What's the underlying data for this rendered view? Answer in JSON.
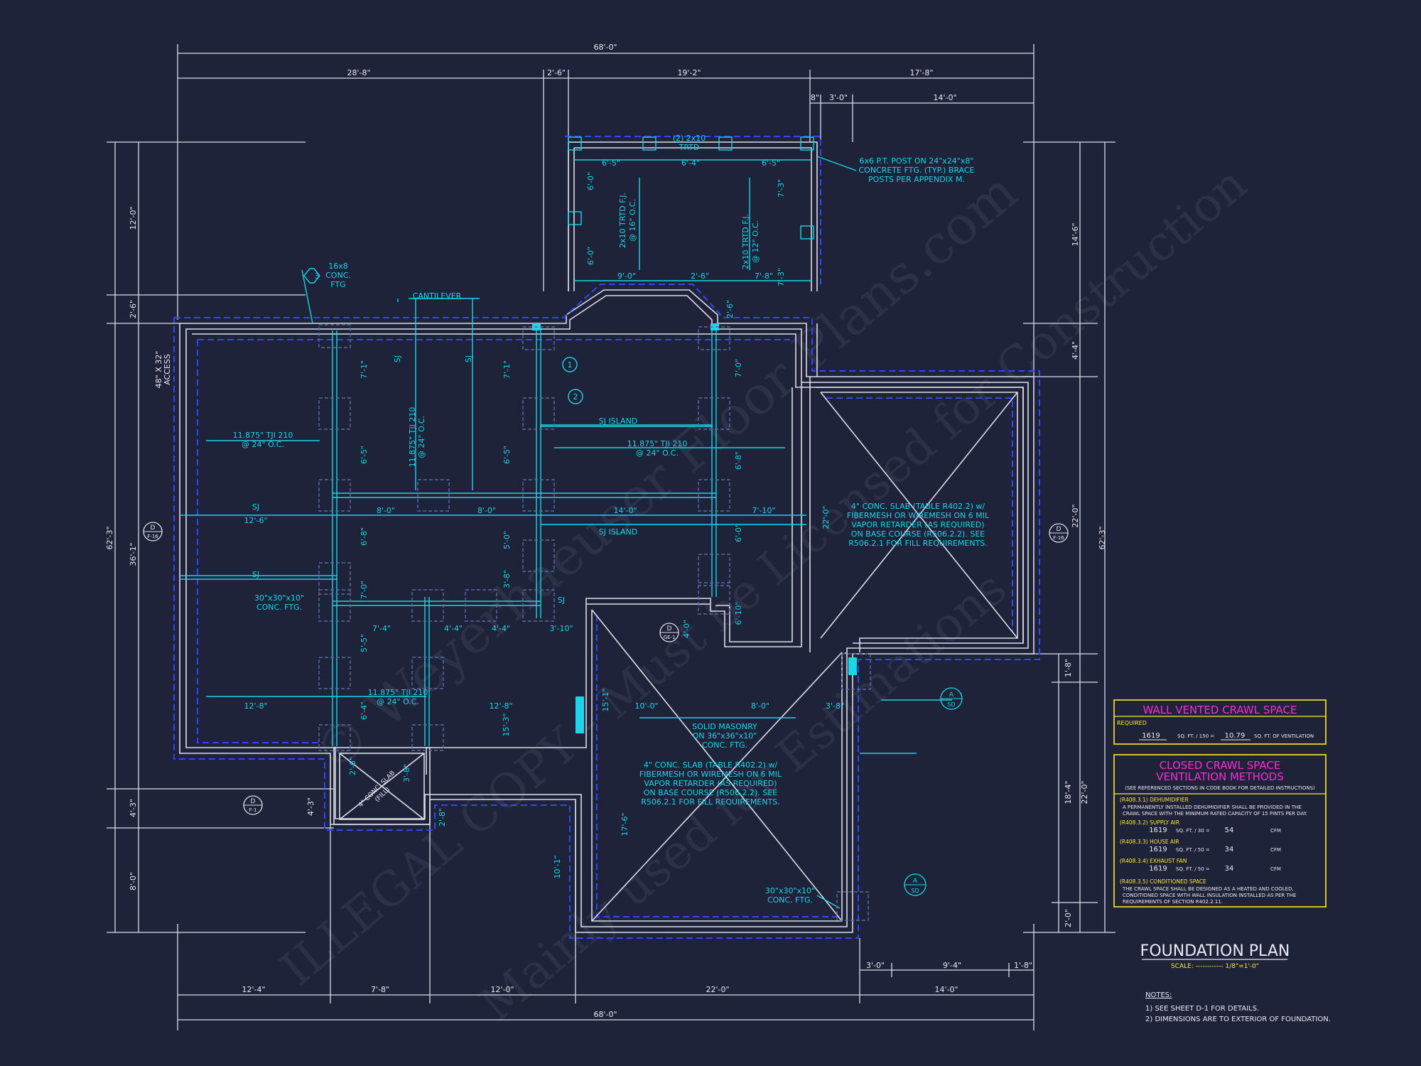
{
  "dimensions": {
    "overall_top": "68'-0\"",
    "overall_bottom": "68'-0\"",
    "top_row": [
      "28'-8\"",
      "2'-6\"",
      "19'-2\"",
      "17'-8\""
    ],
    "top_row2": [
      "8\"",
      "3'-0\"",
      "14'-0\""
    ],
    "porch": [
      "6'-5\"",
      "6'-4\"",
      "6'-5\"",
      "9'-0\"",
      "2'-6\"",
      "7'-8\"",
      "6'-0\"",
      "6'-0\"",
      "7'-3\"",
      "7'-3\""
    ],
    "left": [
      "12'-0\"",
      "2'-6\"",
      "36'-1\"",
      "62'-3\"",
      "4'-3\"",
      "8'-0\"",
      "4'-3\""
    ],
    "right": [
      "14'-6\"",
      "4'-4\"",
      "22'-0\"",
      "62'-3\"",
      "1'-8\"",
      "18'-4\"",
      "22'-0\"",
      "2'-0\""
    ],
    "bottom_row": [
      "12'-4\"",
      "7'-8\"",
      "12'-0\"",
      "22'-0\"",
      "14'-0\""
    ],
    "bottom_row2": [
      "3'-0\"",
      "9'-4\"",
      "1'-8\""
    ],
    "interior": [
      "7'-1\"",
      "6'-5\"",
      "6'-8\"",
      "7'-0\"",
      "5'-5\"",
      "6'-4\"",
      "7'-1\"",
      "6'-5\"",
      "5'-0\"",
      "3'-8\"",
      "7'-0\"",
      "6'-8\"",
      "6'-0\"",
      "6'-10\"",
      "12'-6\"",
      "8'-0\"",
      "8'-0\"",
      "14'-0\"",
      "7'-10\"",
      "7'-4\"",
      "4'-4\"",
      "4'-4\"",
      "3'-10\"",
      "12'-8\"",
      "12'-8\"",
      "10'-0\"",
      "8'-0\"",
      "3'-8\"",
      "15'-3\"",
      "15'-1\"",
      "17'-6\"",
      "10'-1\"",
      "22'-0\"",
      "4'-0\"",
      "2'-6\"",
      "3'-8\"",
      "2'-8\"",
      "2'-6\""
    ]
  },
  "notes_on_plan": {
    "porch_beam": [
      "(2) 2x10",
      "TRTD"
    ],
    "post_note": [
      "6x6 P.T. POST ON 24\"x24\"x8\"",
      "CONCRETE FTG. (TYP.) BRACE",
      "POSTS PER APPENDIX M."
    ],
    "joist_a": [
      "2x10 TRTD F.J.",
      "@ 16\" O.C."
    ],
    "joist_b": [
      "2x10 TRTD F.J.",
      "@ 12\" O.C."
    ],
    "footing_tag": "3",
    "footing_text": [
      "16x8",
      "CONC.",
      "FTG"
    ],
    "cantilever": "CANTILEVER",
    "access": [
      "48\" X 32\"",
      "ACCESS"
    ],
    "tji_left": [
      "11.875\" TJI 210",
      "@ 24\" O.C."
    ],
    "tji_center": [
      "11.875\" TJI 210",
      "@ 24\" O.C."
    ],
    "tji_vert": [
      "11.875\" TJI 210",
      "@ 24\" O.C."
    ],
    "tji_bottom": [
      "11.875\" TJI 210",
      "@ 24\" O.C."
    ],
    "sj": "SJ",
    "sj_island": "SJ ISLAND",
    "conc_ftg_30x30": [
      "30\"x30\"x10\"",
      "CONC. FTG."
    ],
    "tag1": "1",
    "tag2": "2",
    "slab_right": [
      "4\" CONC. SLAB (TABLE R402.2) w/",
      "FIBERMESH OR WIREMESH ON 6 MIL",
      "VAPOR RETARDER (AS REQUIRED)",
      "ON BASE COURSE (R506.2.2). SEE",
      "R506.2.1 FOR FILL REQUIREMENTS."
    ],
    "slab_bottom": [
      "4\" CONC. SLAB (TABLE R402.2) w/",
      "FIBERMESH OR WIREMESH ON 6 MIL",
      "VAPOR RETARDER (AS REQUIRED)",
      "ON BASE COURSE (R506.2.2). SEE",
      "R506.2.1 FOR FILL REQUIREMENTS."
    ],
    "solid_masonry": [
      "SOLID MASONRY",
      "ON 36\"x36\"x10\"",
      "CONC. FTG."
    ],
    "conc_ftg_bottom": [
      "30\"x30\"x10\"",
      "CONC. FTG."
    ],
    "conc_slab_small": [
      "4\" CONC. SLAB",
      "(FILL)"
    ]
  },
  "section_marks": [
    {
      "top": "D",
      "bottom": "F-16"
    },
    {
      "top": "D",
      "bottom": "F-16"
    },
    {
      "top": "D",
      "bottom": "GE-1"
    },
    {
      "top": "D",
      "bottom": "F-1"
    },
    {
      "top": "A",
      "bottom": "SD"
    },
    {
      "top": "A",
      "bottom": "SD"
    }
  ],
  "wall_vented": {
    "title": "WALL VENTED CRAWL SPACE",
    "required_label": "REQUIRED",
    "area": "1619",
    "formula": "SQ. FT. / 150 =",
    "result": "10.79",
    "unit": "SQ. FT. OF VENTILATION"
  },
  "closed_crawl": {
    "title1": "CLOSED CRAWL SPACE",
    "title2": "VENTILATION METHODS",
    "subtitle": "(SEE REFERENCED SECTIONS IN CODE BOOK FOR DETAILED INSTRUCTIONS)",
    "m1_title": "(R408.3.1) DEHUMIDIFIER",
    "m1_text": [
      "A PERMANENTLY INSTALLED DEHUMIDIFIER SHALL BE PROVIDED IN THE",
      "CRAWL SPACE WITH THE MINIMUM RATED CAPACITY OF 15 PINTS PER DAY."
    ],
    "m2_title": "(R408.3.2) SUPPLY AIR",
    "m2_area": "1619",
    "m2_formula": "SQ. FT. / 30 =",
    "m2_result": "54",
    "m2_unit": "CFM",
    "m3_title": "(R408.3.3) HOUSE AIR",
    "m3_area": "1619",
    "m3_formula": "SQ. FT. / 50 =",
    "m3_result": "34",
    "m3_unit": "CFM",
    "m4_title": "(R408.3.4) EXHAUST FAN",
    "m4_area": "1619",
    "m4_formula": "SQ. FT. / 50 =",
    "m4_result": "34",
    "m4_unit": "CFM",
    "m5_title": "(R408.3.5) CONDITIONED SPACE",
    "m5_text": [
      "THE CRAWL SPACE SHALL BE DESIGNED AS A HEATED AND COOLED,",
      "CONDITIONED SPACE WITH WALL INSULATION INSTALLED AS PER THE",
      "REQUIREMENTS OF SECTION R402.2.11."
    ]
  },
  "title_block": {
    "title": "FOUNDATION PLAN",
    "scale_label": "SCALE: ------------ 1/8\"=1'-0\""
  },
  "notes": {
    "heading": "NOTES:",
    "items": [
      "1)  SEE SHEET D-1 FOR DETAILS.",
      "2)  DIMENSIONS ARE TO EXTERIOR OF FOUNDATION."
    ]
  },
  "watermark": [
    "© Weyerhaeuser Floor Plans.com",
    "ILLEGAL COPY - Must be Licensed for Construction",
    "Mainly used for Estimations"
  ],
  "colors": {
    "background": "#1e2339",
    "cyan": "#19d6e8",
    "blue_dash": "#3346ff",
    "line": "#d9dee8",
    "yellow": "#ffe82a",
    "magenta": "#ff2bd6"
  }
}
